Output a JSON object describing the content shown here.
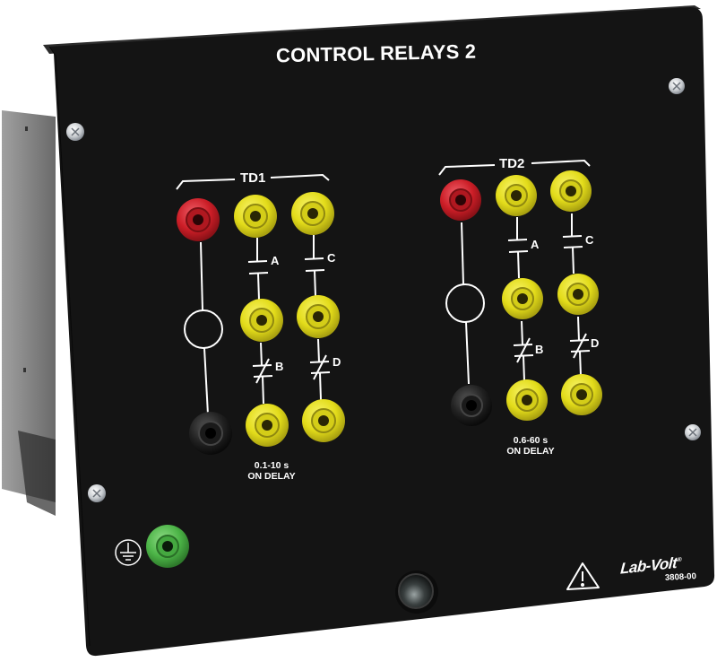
{
  "panel": {
    "title": "CONTROL RELAYS 2",
    "brand": "Lab-Volt",
    "brand_mark": "®",
    "model_number": "3808-00",
    "colors": {
      "panel": "#131313",
      "side_plate": "#8a8a8a",
      "terminal_red": "#d0232b",
      "terminal_yellow": "#e6e01c",
      "terminal_black": "#1c1c1c",
      "terminal_green": "#4fb64a",
      "legend": "#ffffff"
    }
  },
  "relays": [
    {
      "id": "TD1",
      "label": "TD1",
      "range": "0.1-10 s",
      "mode": "ON DELAY",
      "coil_terminals": [
        "red",
        "black"
      ],
      "contacts": [
        {
          "label": "A",
          "type": "normally-open"
        },
        {
          "label": "B",
          "type": "normally-closed"
        },
        {
          "label": "C",
          "type": "normally-open"
        },
        {
          "label": "D",
          "type": "normally-closed"
        }
      ]
    },
    {
      "id": "TD2",
      "label": "TD2",
      "range": "0.6-60 s",
      "mode": "ON DELAY",
      "coil_terminals": [
        "red",
        "black"
      ],
      "contacts": [
        {
          "label": "A",
          "type": "normally-open"
        },
        {
          "label": "B",
          "type": "normally-closed"
        },
        {
          "label": "C",
          "type": "normally-open"
        },
        {
          "label": "D",
          "type": "normally-closed"
        }
      ]
    }
  ],
  "icons": {
    "ground": "ground-symbol-icon",
    "warning": "warning-triangle-icon",
    "indicator": "indicator-lamp"
  }
}
